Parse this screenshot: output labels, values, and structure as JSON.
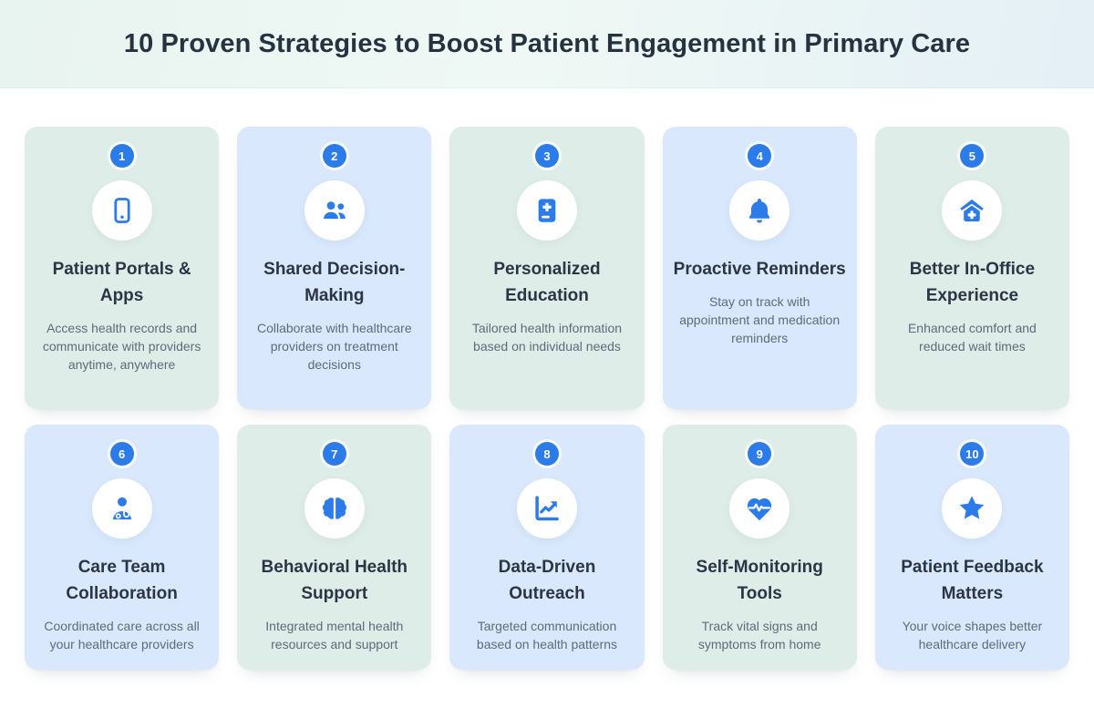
{
  "header": {
    "title": "10 Proven Strategies to Boost Patient Engagement in Primary Care"
  },
  "theme": {
    "accent_blue": "#2b7ce9",
    "card_mint_bg": "#dfede8",
    "card_blue_bg": "#d9e8fc",
    "title_color": "#2b3545",
    "description_color": "#5d6b7a",
    "header_gradient_left": "#e8f4f0",
    "header_gradient_right": "#e4f0f6"
  },
  "cards": [
    {
      "number": "1",
      "icon": "smartphone-icon",
      "tone": "mint",
      "title": "Patient Portals & Apps",
      "description": "Access health records and communicate with providers anytime, anywhere"
    },
    {
      "number": "2",
      "icon": "users-icon",
      "tone": "blue",
      "title": "Shared Decision-Making",
      "description": "Collaborate with healthcare providers on treatment decisions"
    },
    {
      "number": "3",
      "icon": "medical-book-icon",
      "tone": "mint",
      "title": "Personalized Education",
      "description": "Tailored health information based on individual needs"
    },
    {
      "number": "4",
      "icon": "bell-icon",
      "tone": "blue",
      "title": "Proactive Reminders",
      "description": "Stay on track with appointment and medication reminders"
    },
    {
      "number": "5",
      "icon": "medical-home-icon",
      "tone": "mint",
      "title": "Better In-Office Experience",
      "description": "Enhanced comfort and reduced wait times"
    },
    {
      "number": "6",
      "icon": "doctor-icon",
      "tone": "blue",
      "title": "Care Team Collaboration",
      "description": "Coordinated care across all your healthcare providers"
    },
    {
      "number": "7",
      "icon": "brain-icon",
      "tone": "mint",
      "title": "Behavioral Health Support",
      "description": "Integrated mental health resources and support"
    },
    {
      "number": "8",
      "icon": "chart-line-icon",
      "tone": "blue",
      "title": "Data-Driven Outreach",
      "description": "Targeted communication based on health patterns"
    },
    {
      "number": "9",
      "icon": "heart-pulse-icon",
      "tone": "mint",
      "title": "Self-Monitoring Tools",
      "description": "Track vital signs and symptoms from home"
    },
    {
      "number": "10",
      "icon": "star-icon",
      "tone": "blue",
      "title": "Patient Feedback Matters",
      "description": "Your voice shapes better healthcare delivery"
    }
  ]
}
